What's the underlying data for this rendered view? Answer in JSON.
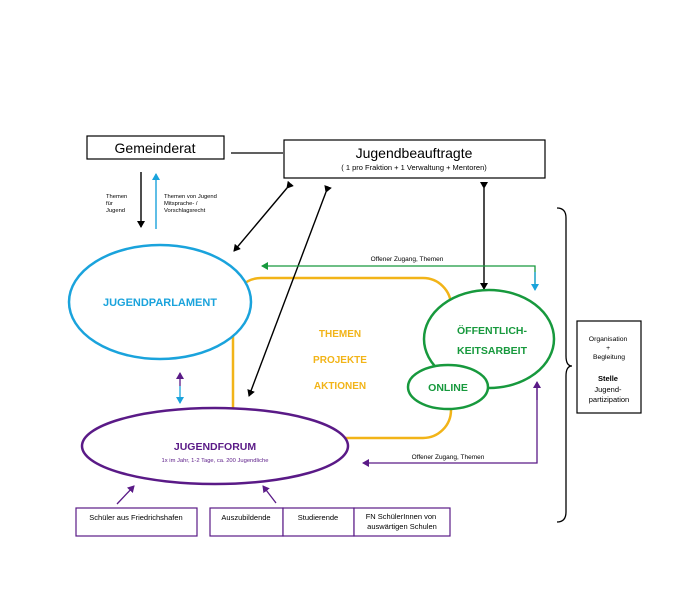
{
  "gemeinderat": "Gemeinderat",
  "jugendbeauftragte": {
    "title": "Jugendbeauftragte",
    "subtitle": "( 1 pro Fraktion + 1 Verwaltung + Mentoren)"
  },
  "arrow_labels": {
    "themen_fuer_jugend": [
      "Themen",
      "für",
      "Jugend"
    ],
    "themen_von_jugend": [
      "Themen von Jugend",
      "Mitsprache- /",
      "Vorschlagsrecht"
    ],
    "offener_zugang_top": "Offener Zugang, Themen",
    "offener_zugang_bottom": "Offener Zugang, Themen"
  },
  "jugendparlament": "JUGENDPARLAMENT",
  "center_words": [
    "THEMEN",
    "PROJEKTE",
    "AKTIONEN"
  ],
  "oeffentlichkeitsarbeit": [
    "ÖFFENTLICH-",
    "KEITSARBEIT"
  ],
  "online": "ONLINE",
  "jugendforum": {
    "title": "JUGENDFORUM",
    "subtitle": "1x im Jahr, 1-2 Tage, ca. 200 Jugendliche"
  },
  "side_box": {
    "lines": [
      "Organisation",
      "+",
      "Begleitung"
    ],
    "bold_lines": [
      "Stelle",
      "Jugend-",
      "partizipation"
    ]
  },
  "bottom_boxes": {
    "schueler": "Schüler aus Friedrichshafen",
    "auszubildende": "Auszubildende",
    "studierende": "Studierende",
    "fn_schueler": [
      "FN SchülerInnen von",
      "auswärtigen Schulen"
    ]
  },
  "colors": {
    "black": "#000000",
    "blue": "#1aa3dc",
    "green": "#17993d",
    "orange": "#f2b418",
    "purple": "#5a1a87"
  }
}
